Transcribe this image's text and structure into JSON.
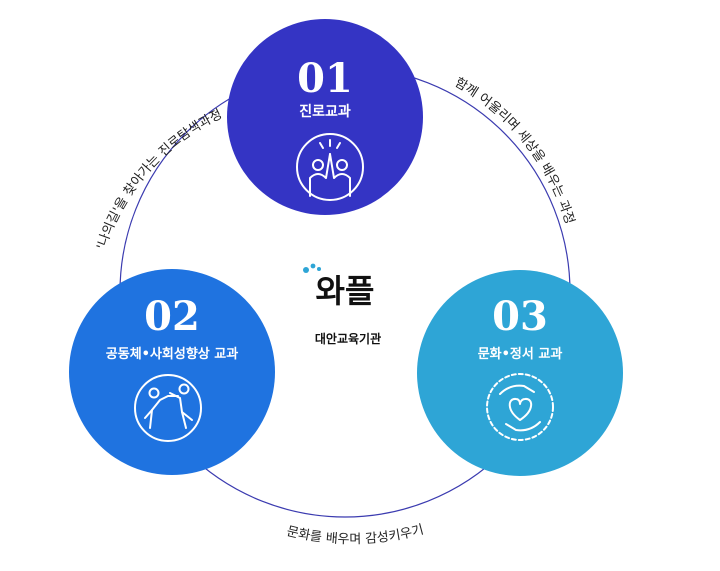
{
  "colors": {
    "ring": "#3b3bb0",
    "circle_1": "#3434c4",
    "circle_2": "#1f73e0",
    "circle_3": "#2ea5d6",
    "logo_drop": "#2ea5d6"
  },
  "circles": [
    {
      "number": "01",
      "label": "진로교과",
      "icon": "high-five-icon"
    },
    {
      "number": "02",
      "label": "공동체•사회성향상 교과",
      "icon": "helping-hand-climb-icon"
    },
    {
      "number": "03",
      "label": "문화•정서 교과",
      "icon": "heart-hands-icon"
    }
  ],
  "arcs": {
    "top_left": "'나의길'을 찾아가는 진로탐색과정",
    "top_right": "함께 어울리며 세상을 배우는 과정",
    "bottom": "문화를 배우며 감성키우기"
  },
  "logo": {
    "name": "와플",
    "subtitle": "대안교육기관"
  }
}
